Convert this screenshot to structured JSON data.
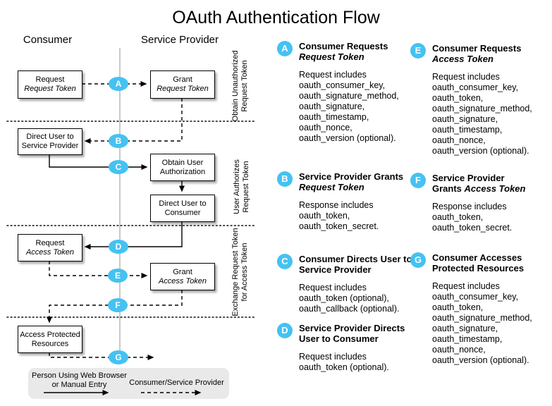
{
  "title": "OAuth Authentication Flow",
  "lanes": {
    "consumer": "Consumer",
    "service_provider": "Service Provider"
  },
  "colors": {
    "badge_blue": "#45C2F2",
    "legend_bg": "#e9e9e9"
  },
  "flow": {
    "badges": [
      "A",
      "B",
      "C",
      "D",
      "E",
      "F",
      "G"
    ],
    "boxes": [
      {
        "id": "request-request-token",
        "line1": "Request",
        "line2": "Request Token",
        "line2_italic": true
      },
      {
        "id": "grant-request-token",
        "line1": "Grant",
        "line2": "Request Token",
        "line2_italic": true
      },
      {
        "id": "direct-user-to-service-provider",
        "line1": "Direct User to",
        "line2": "Service Provider",
        "line2_italic": false
      },
      {
        "id": "obtain-user-authorization",
        "line1": "Obtain User",
        "line2": "Authorization",
        "line2_italic": false
      },
      {
        "id": "direct-user-to-consumer",
        "line1": "Direct User to",
        "line2": "Consumer",
        "line2_italic": false
      },
      {
        "id": "request-access-token",
        "line1": "Request",
        "line2": "Access Token",
        "line2_italic": true
      },
      {
        "id": "grant-access-token",
        "line1": "Grant",
        "line2": "Access Token",
        "line2_italic": true
      },
      {
        "id": "access-protected-resources",
        "line1": "Access Protected",
        "line2": "Resources",
        "line2_italic": false
      }
    ],
    "side_labels": [
      {
        "line1": "Obtain Unauthorized",
        "line2": "Request Token"
      },
      {
        "line1": "User Authorizes",
        "line2": "Request Token"
      },
      {
        "line1": "Exchange Request Token",
        "line2": "for Access Token"
      }
    ]
  },
  "legend": {
    "solid_label": "Person Using Web Browser\nor Manual Entry",
    "dashed_label": "Consumer/Service Provider"
  },
  "steps": [
    {
      "letter": "A",
      "title": {
        "line1": {
          "t": "Consumer Requests"
        },
        "line2": {
          "i": "Request Token"
        }
      },
      "body": "Request includes\noauth_consumer_key,\noauth_signature_method,\noauth_signature,\noauth_timestamp,\noauth_nonce,\noauth_version (optional)."
    },
    {
      "letter": "B",
      "title": {
        "line1": {
          "t": "Service Provider Grants"
        },
        "line2": {
          "i": "Request Token"
        }
      },
      "body": "Response includes\noauth_token,\noauth_token_secret."
    },
    {
      "letter": "C",
      "title": {
        "line1": {
          "t": "Consumer Directs User to"
        },
        "line2": {
          "t": "Service Provider"
        }
      },
      "body": "Request includes\noauth_token (optional),\noauth_callback (optional)."
    },
    {
      "letter": "D",
      "title": {
        "line1": {
          "t": "Service Provider Directs"
        },
        "line2": {
          "t": "User to Consumer"
        }
      },
      "body": "Request includes\noauth_token (optional)."
    },
    {
      "letter": "E",
      "title": {
        "line1": {
          "t": "Consumer Requests"
        },
        "line2": {
          "i": "Access Token"
        }
      },
      "body": "Request includes\noauth_consumer_key,\noauth_token,\noauth_signature_method,\noauth_signature,\noauth_timestamp,\noauth_nonce,\noauth_version (optional)."
    },
    {
      "letter": "F",
      "title": {
        "line1": {
          "t": "Service Provider"
        },
        "line2": {
          "t": "Grants ",
          "i": "Access Token"
        }
      },
      "body": "Response includes\noauth_token,\noauth_token_secret."
    },
    {
      "letter": "G",
      "title": {
        "line1": {
          "t": "Consumer Accesses"
        },
        "line2": {
          "t": "Protected Resources"
        }
      },
      "body": "Request includes\noauth_consumer_key,\noauth_token,\noauth_signature_method,\noauth_signature,\noauth_timestamp,\noauth_nonce,\noauth_version (optional)."
    }
  ]
}
